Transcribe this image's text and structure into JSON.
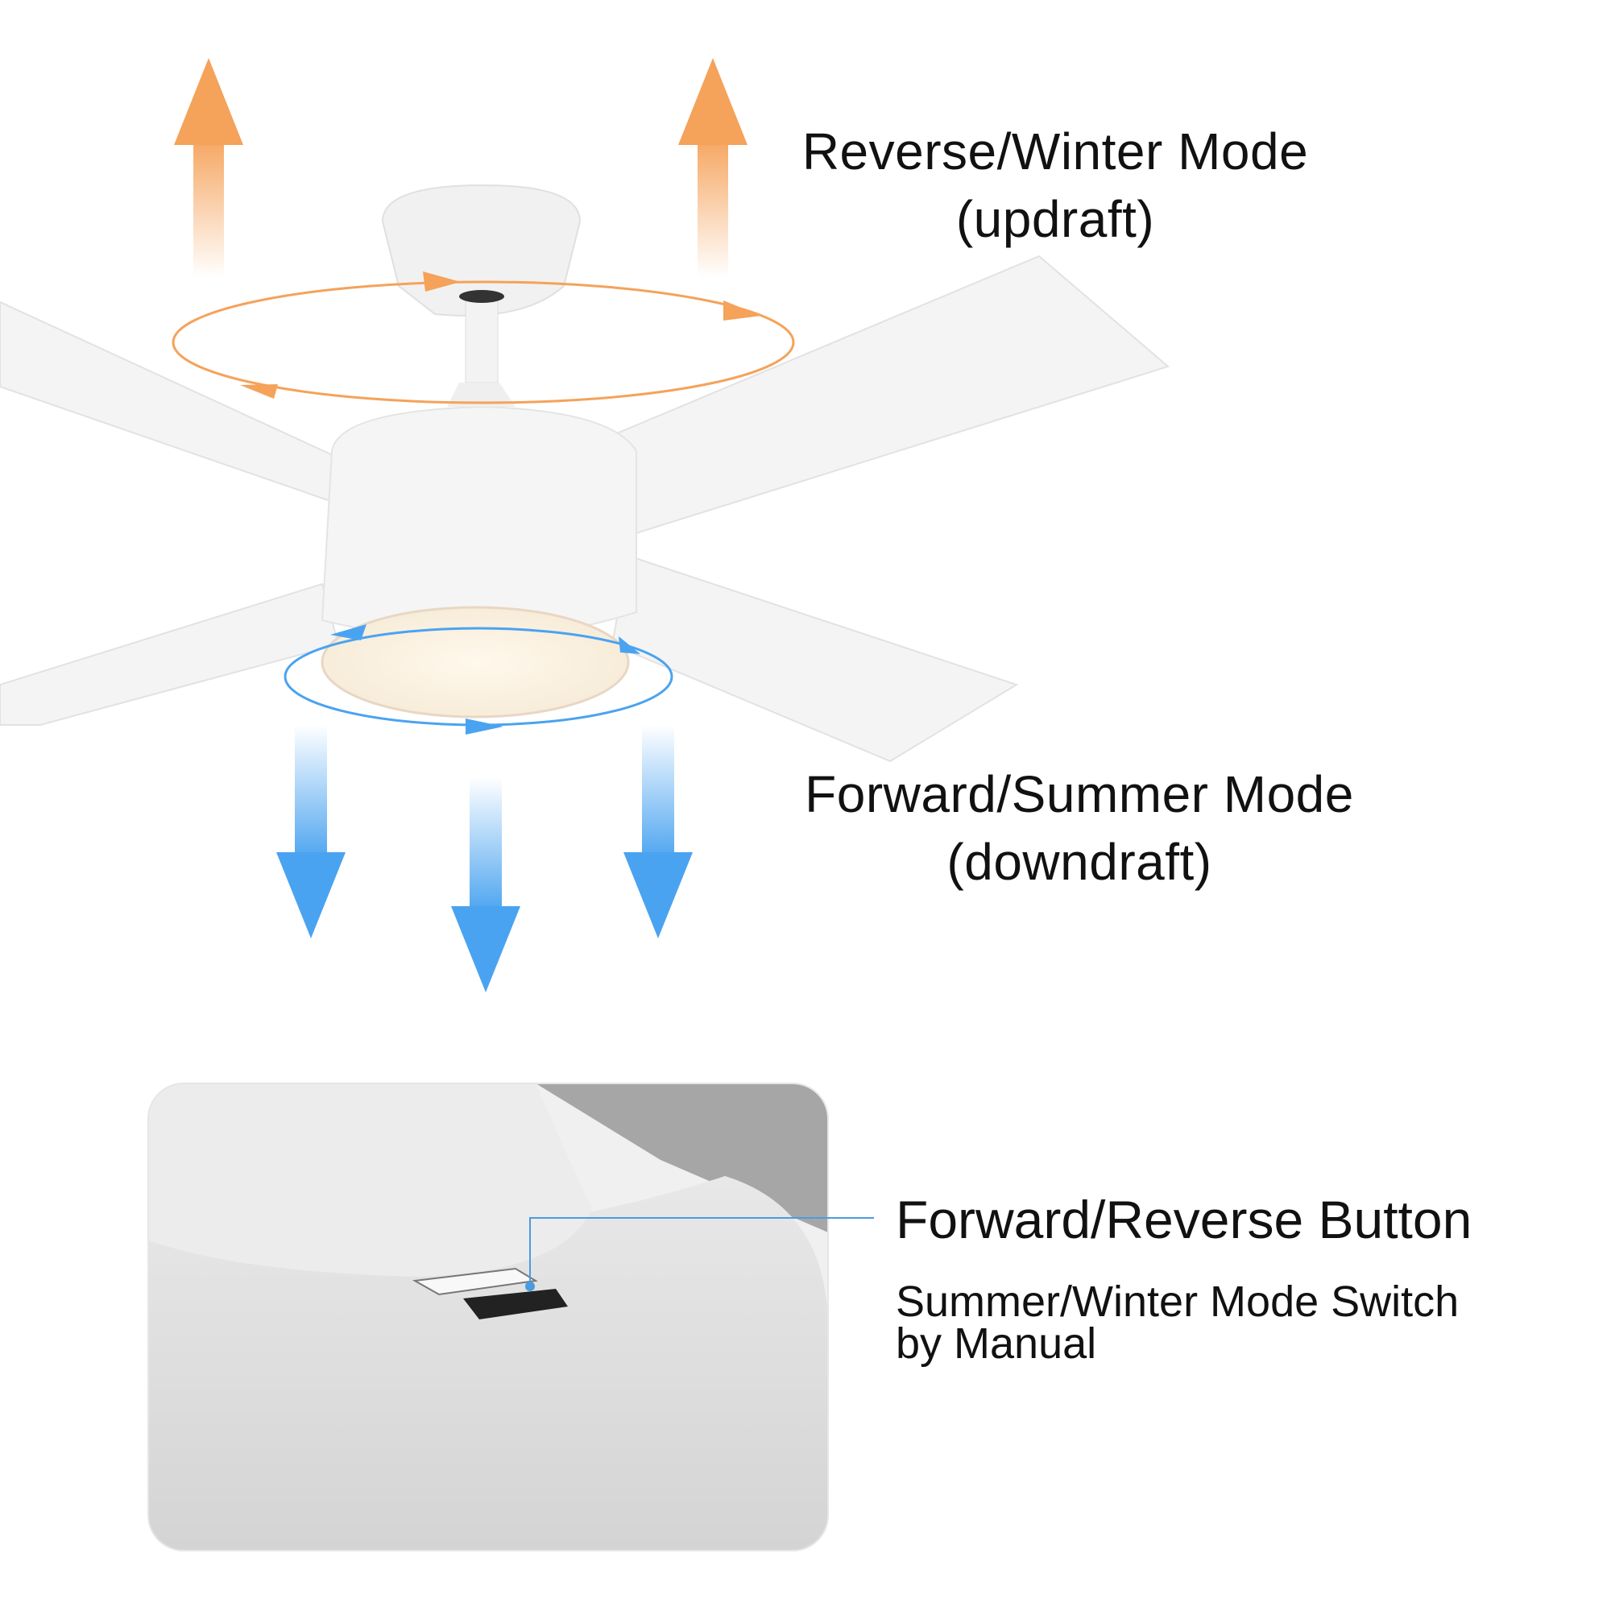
{
  "reverse_mode": {
    "title": "Reverse/Winter Mode",
    "subtitle": "(updraft)",
    "color": "#f5a25a"
  },
  "forward_mode": {
    "title": "Forward/Summer Mode",
    "subtitle": "(downdraft)",
    "color": "#4aa3f0"
  },
  "button_callout": {
    "title": "Forward/Reverse Button",
    "description_line1": "Summer/Winter Mode Switch",
    "description_line2": "by Manual",
    "leader_color": "#4a9be0"
  }
}
